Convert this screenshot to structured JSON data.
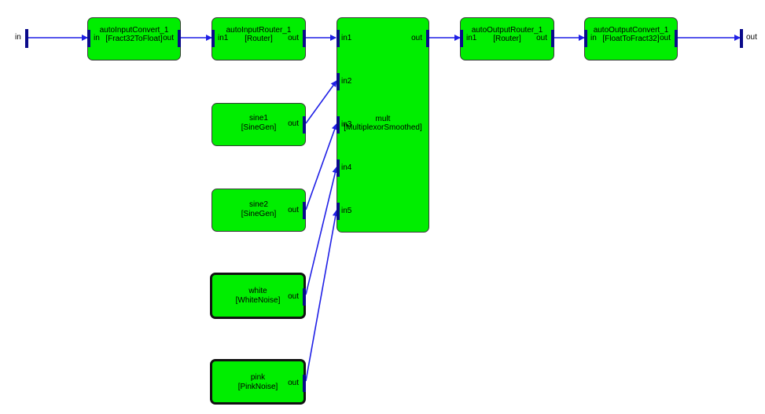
{
  "ports": {
    "input_label": "in",
    "output_label": "out"
  },
  "blocks": {
    "auto_in_convert": {
      "name": "autoInputConvert_1",
      "type": "[Fract32ToFloat]",
      "in": "in",
      "out": "out"
    },
    "auto_in_router": {
      "name": "autoInputRouter_1",
      "type": "[Router]",
      "in": "in1",
      "out": "out"
    },
    "mult": {
      "name": "mult",
      "type": "[MultiplexorSmoothed]",
      "inputs": [
        "in1",
        "in2",
        "in3",
        "in4",
        "in5"
      ],
      "out": "out"
    },
    "auto_out_router": {
      "name": "autoOutputRouter_1",
      "type": "[Router]",
      "in": "in1",
      "out": "out"
    },
    "auto_out_convert": {
      "name": "autoOutputConvert_1",
      "type": "[FloatToFract32]",
      "in": "in",
      "out": "out"
    },
    "sine1": {
      "name": "sine1",
      "type": "[SineGen]",
      "out": "out"
    },
    "sine2": {
      "name": "sine2",
      "type": "[SineGen]",
      "out": "out"
    },
    "white": {
      "name": "white",
      "type": "[WhiteNoise]",
      "out": "out"
    },
    "pink": {
      "name": "pink",
      "type": "[PinkNoise]",
      "out": "out"
    }
  },
  "colors": {
    "block_fill": "#00ee00",
    "wire": "#1f1fe6",
    "pin": "#0a0a8a"
  }
}
